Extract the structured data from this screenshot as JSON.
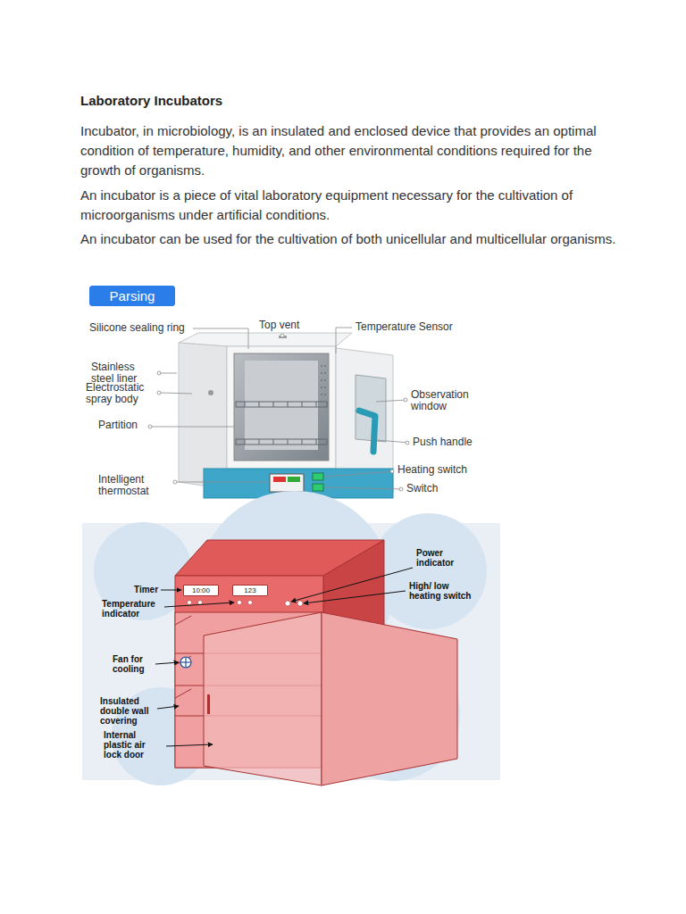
{
  "diagram": {
    "title": "Laboratory Incubators",
    "nodes": [
      {
        "text": [
          "Parsing"
        ]
      },
      {
        "text": [
          "10:00"
        ]
      },
      {
        "text": [
          "123"
        ]
      }
    ],
    "labels": [
      "Incubator, in microbiology, is an insulated and enclosed device that provides an optimal condition of temperature, humidity, and other environmental conditions required for the growth of organisms.",
      "An incubator is a piece of vital laboratory equipment necessary for the cultivation of microorganisms under artificial conditions.",
      "An incubator can be used for the cultivation of both unicellular and multicellular organisms.",
      "Silicone sealing ring",
      "Top vent",
      "Temperature Sensor",
      "Stainless steel liner",
      "Electrostatic spray body",
      "Observation window",
      "Partition",
      "Push handle",
      "Heating switch",
      "Intelligent thermostat",
      "Switch",
      "Timer",
      "Power indicator",
      "Temperature indicator",
      "High/ low heating switch",
      "Fan for cooling",
      "Insulated double wall covering",
      "Internal plastic air lock door"
    ]
  }
}
